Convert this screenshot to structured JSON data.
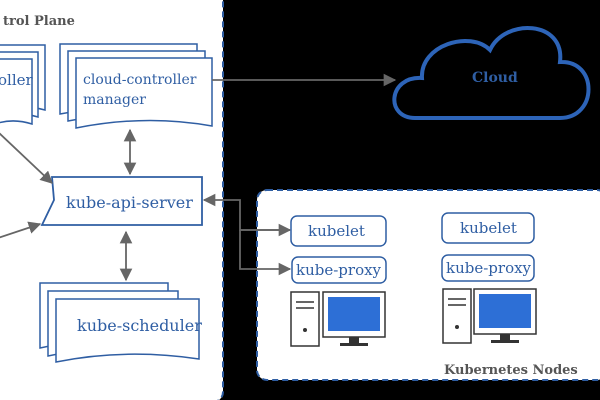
{
  "control_plane": {
    "title": "trol Plane",
    "controller_manager_fragment": "oller",
    "cloud_controller_manager": [
      "cloud-controller",
      "manager"
    ],
    "api_server": "kube-api-server",
    "scheduler": "kube-scheduler"
  },
  "cloud": {
    "label": "Cloud"
  },
  "nodes": {
    "title": "Kubernetes Nodes",
    "node_a": {
      "kubelet": "kubelet",
      "proxy": "kube-proxy"
    },
    "node_b": {
      "kubelet": "kubelet",
      "proxy": "kube-proxy"
    }
  },
  "colors": {
    "accent": "#2f5ea3",
    "cloud": "#2d64b8",
    "arrow": "#666666",
    "frame_dash": "#2f5ea3"
  }
}
